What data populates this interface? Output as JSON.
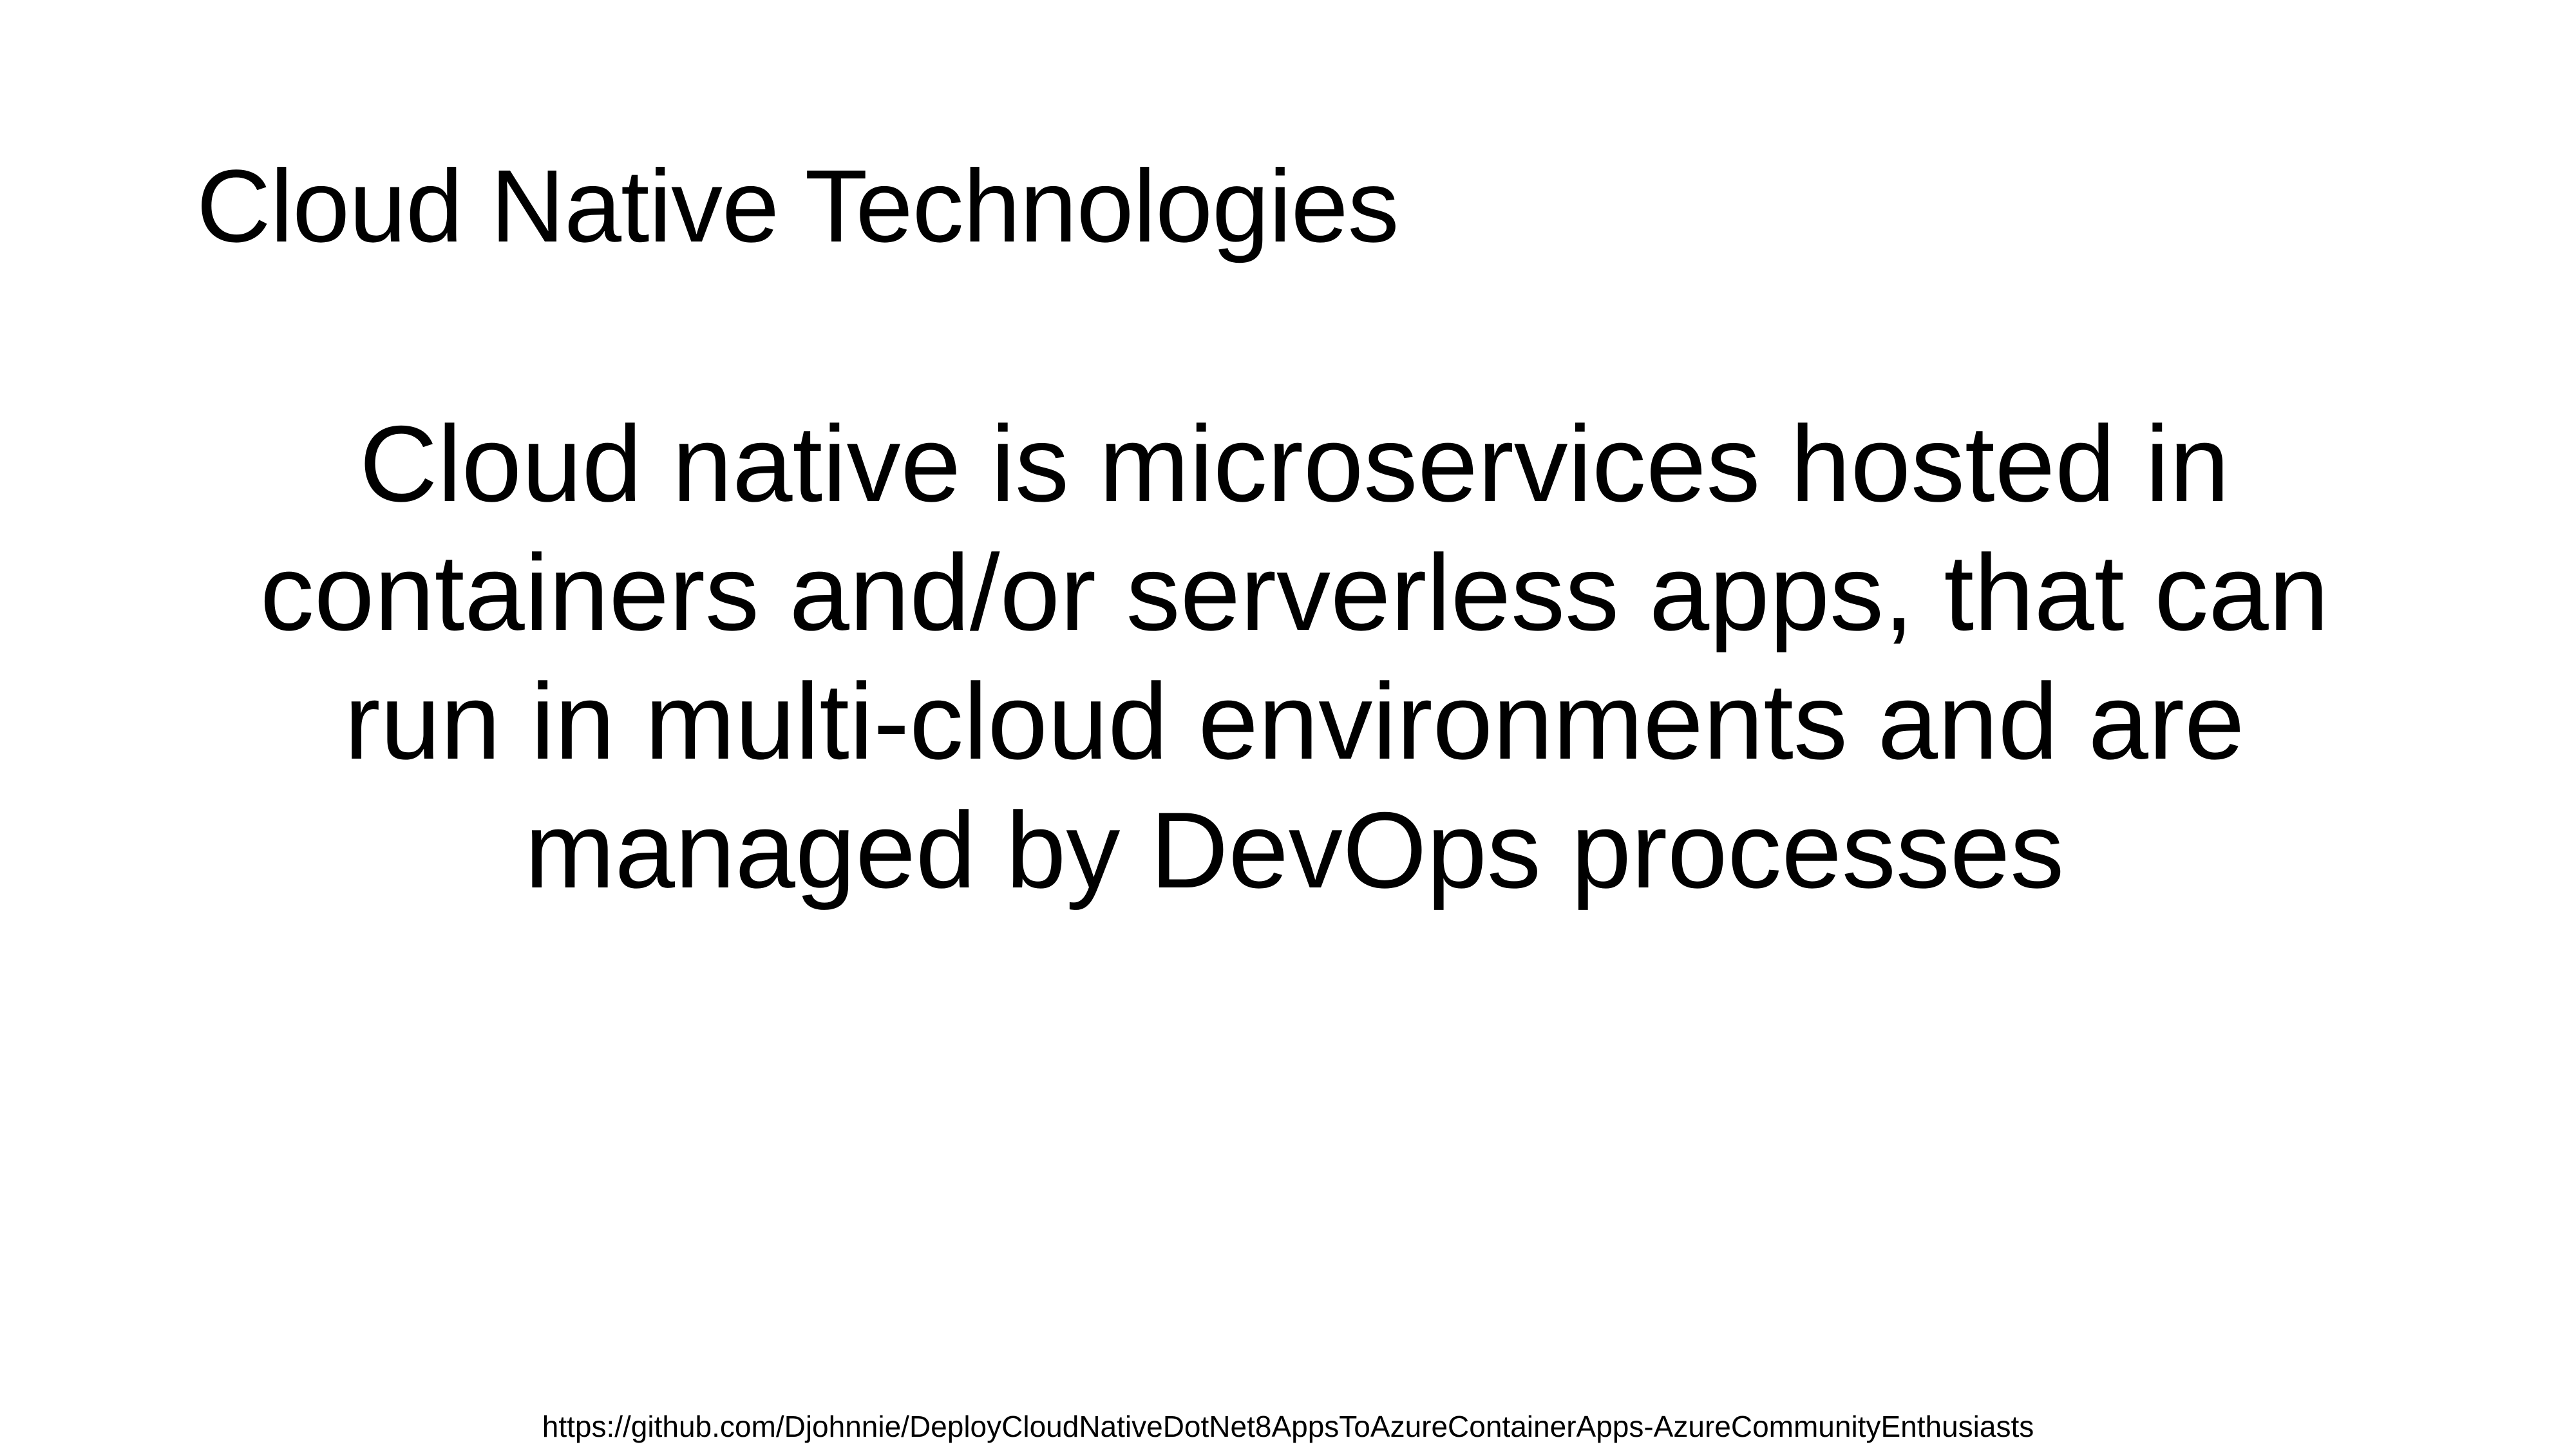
{
  "slide": {
    "title": "Cloud Native Technologies",
    "body_lines": [
      "Cloud native is microservices hosted in",
      "containers and/or serverless apps, that can",
      "run in multi-cloud environments and are",
      "managed by DevOps processes"
    ],
    "footer_link": "https://github.com/Djohnnie/DeployCloudNativeDotNet8AppsToAzureContainerApps-AzureCommunityEnthusiasts"
  }
}
